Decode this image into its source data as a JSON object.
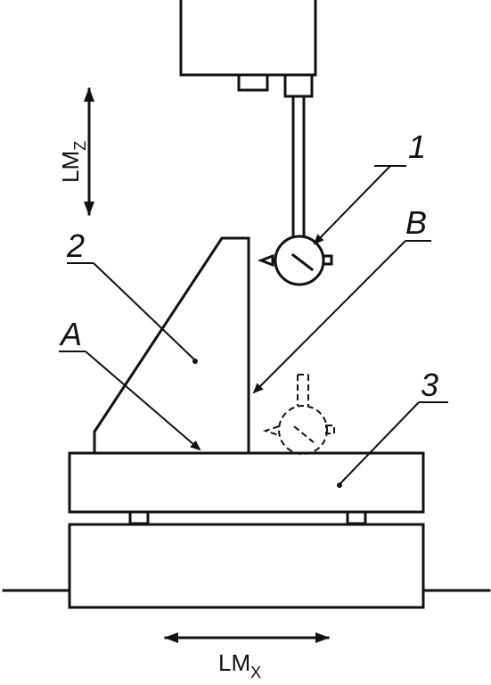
{
  "labels": {
    "indicator": "1",
    "block_side": "B",
    "angle_block": "2",
    "base_face": "A",
    "table": "3"
  },
  "axes": {
    "vertical": {
      "main": "LM",
      "sub": "Z"
    },
    "horizontal": {
      "main": "LM",
      "sub": "X"
    }
  },
  "colors": {
    "line": "#111111",
    "background": "#ffffff"
  }
}
